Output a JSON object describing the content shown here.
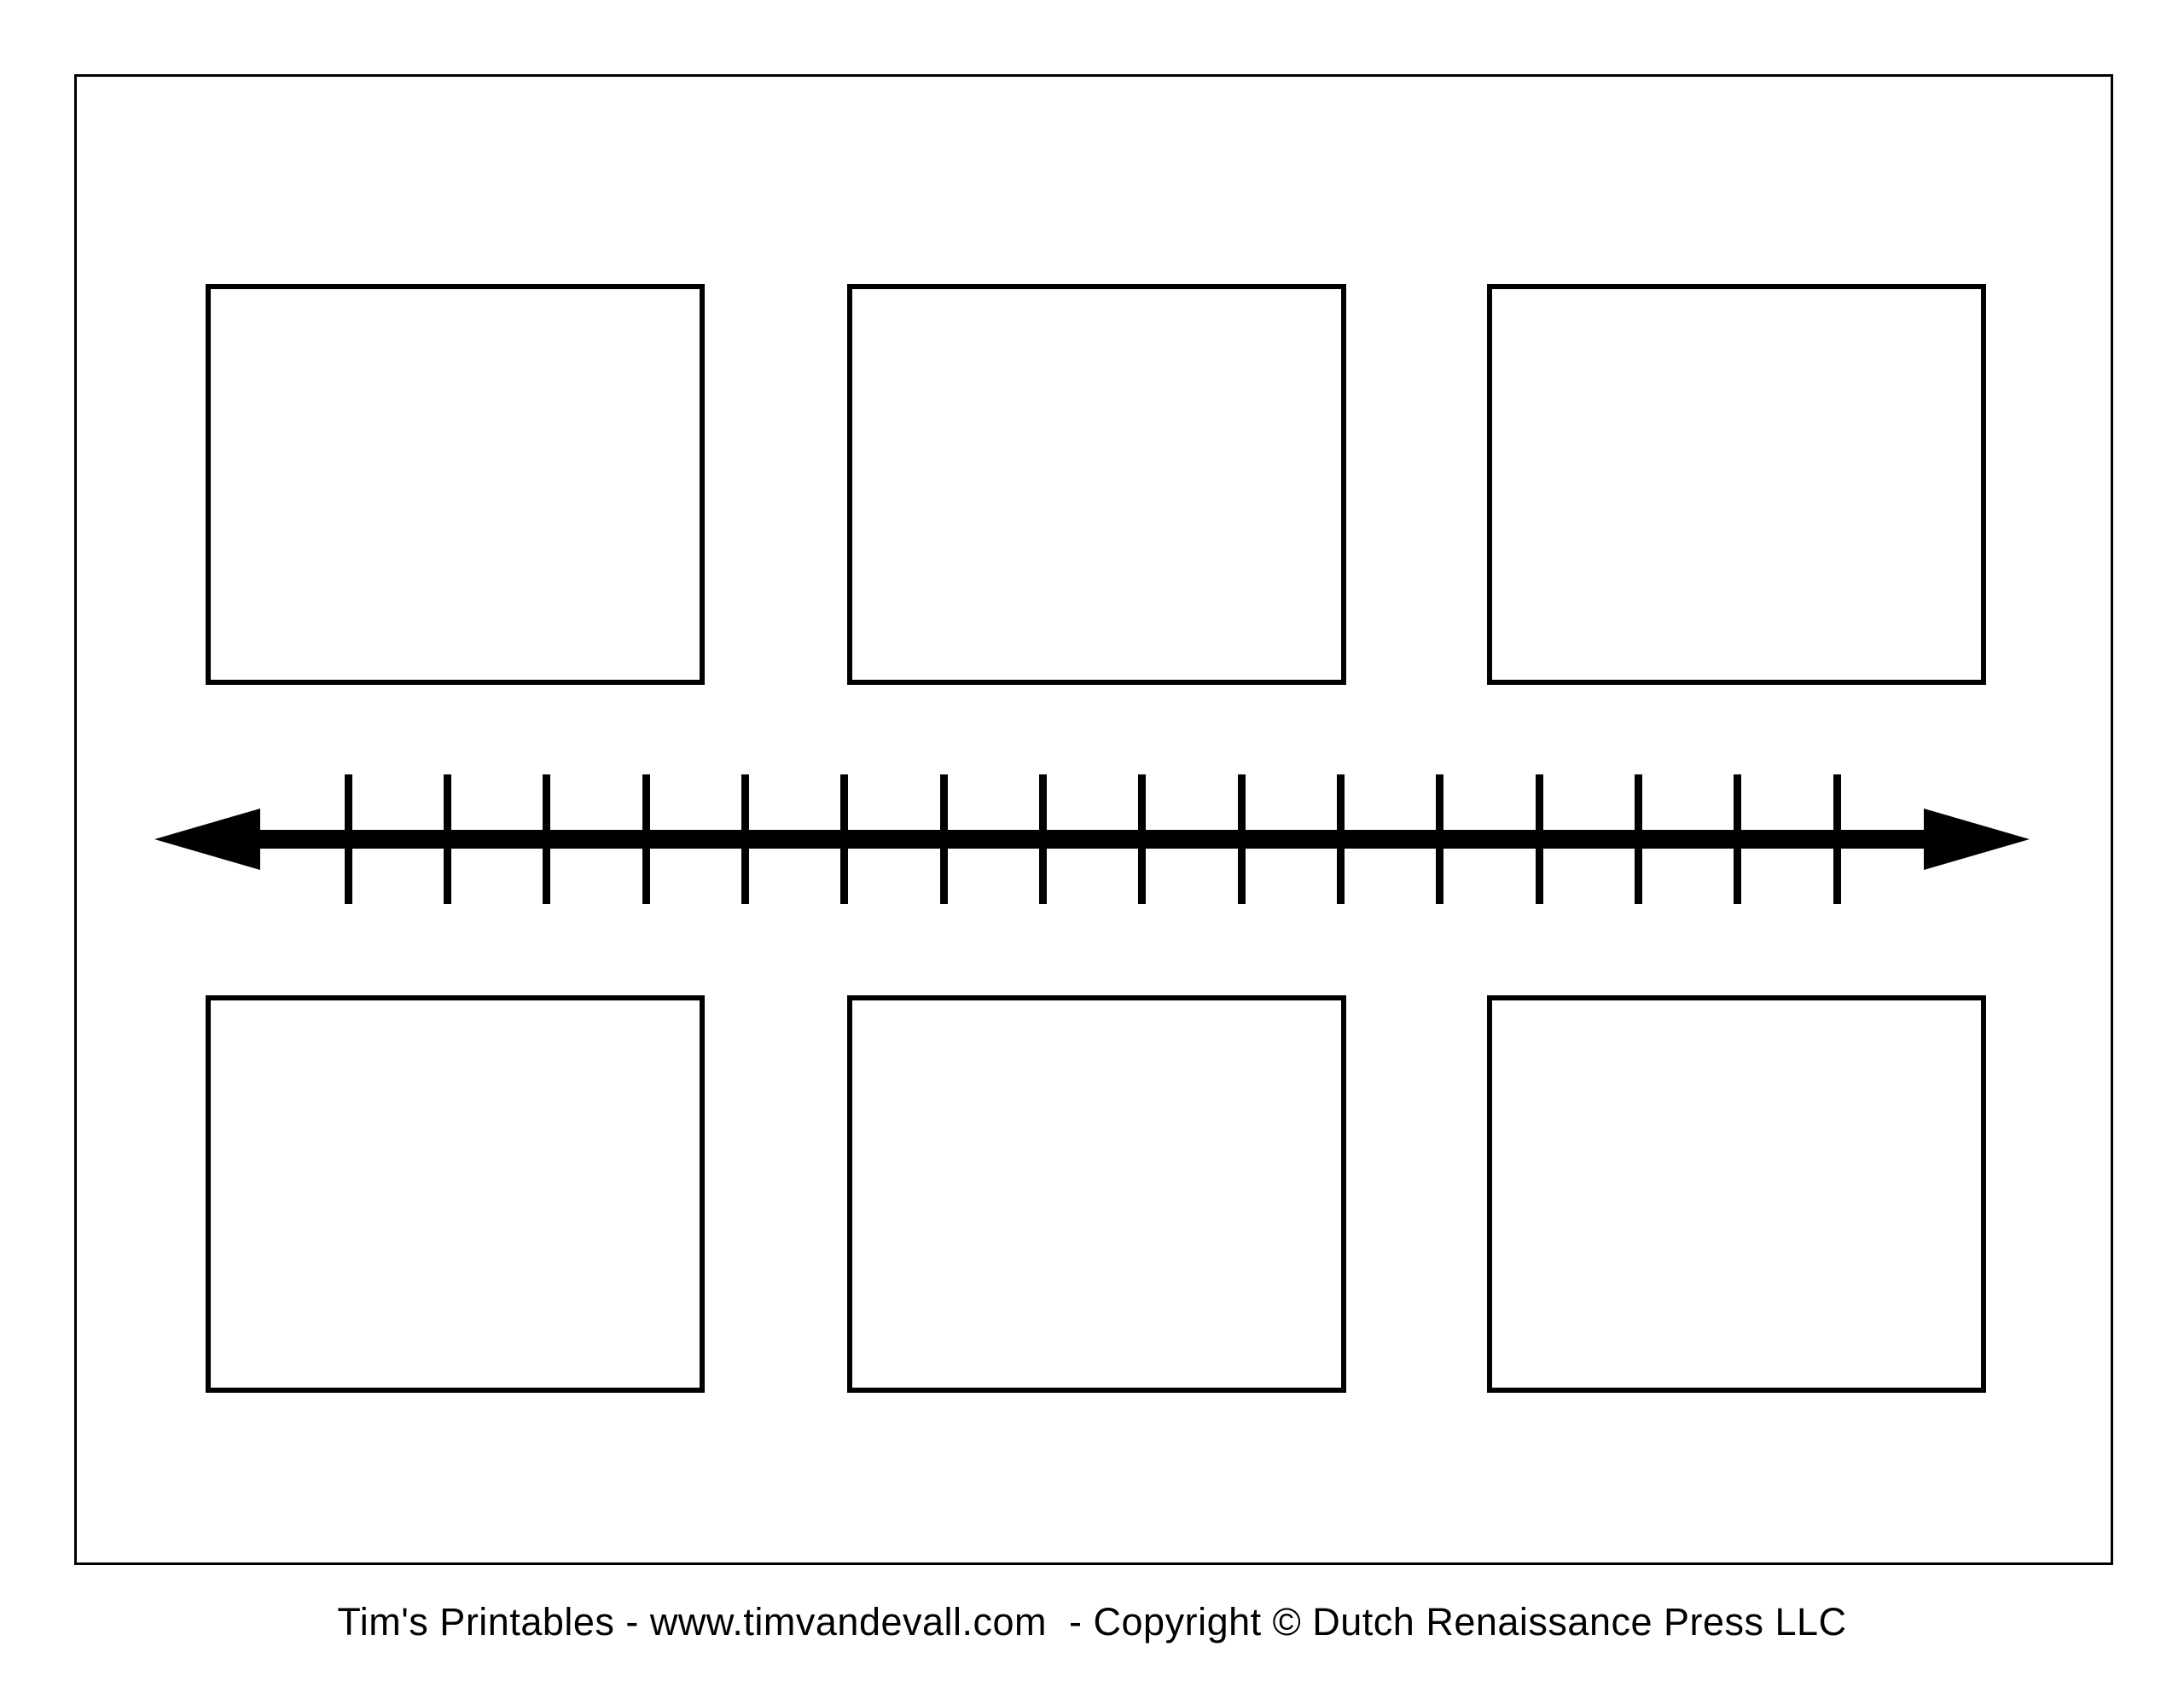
{
  "page": {
    "background_color": "#ffffff",
    "ink_color": "#000000"
  },
  "footer": {
    "text": "Tim's Printables - www.timvandevall.com  - Copyright © Dutch Renaissance Press LLC"
  },
  "timeline": {
    "orientation": "horizontal",
    "arrow_both_ends": true,
    "tick_count": 16,
    "tick_first_center_x": 408,
    "tick_spacing": 116.35,
    "color": "#000000"
  },
  "event_boxes": {
    "top_row": [
      "",
      "",
      ""
    ],
    "bottom_row": [
      "",
      "",
      ""
    ]
  }
}
